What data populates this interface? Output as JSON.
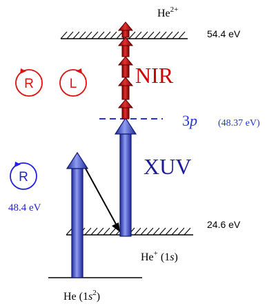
{
  "levels": {
    "he2plus": {
      "label": "He",
      "charge": "2+",
      "energy": "54.4 eV"
    },
    "heplus": {
      "label": "He",
      "charge": "+",
      "state_open": " (1",
      "state_s": "s",
      "state_close": ")",
      "energy": "24.6 eV"
    },
    "he_ground": {
      "label": "He (1",
      "state_s": "s",
      "state_exp": "2",
      "state_close": ")"
    },
    "three_p": {
      "label": "3",
      "label_p": "p",
      "energy": "(48.37 eV)"
    }
  },
  "beams": {
    "nir": {
      "label": "NIR",
      "color": "#cc0000"
    },
    "xuv": {
      "label": "XUV",
      "color": "#1a1a9a"
    }
  },
  "polarization": {
    "nir_right": "R",
    "nir_left": "L",
    "xuv_right": "R",
    "xuv_energy": "48.4 eV"
  },
  "colors": {
    "red": "#e01010",
    "blue": "#2020dd",
    "arrow_blue": "#3a48c8",
    "arrow_red": "#c40a0a"
  }
}
